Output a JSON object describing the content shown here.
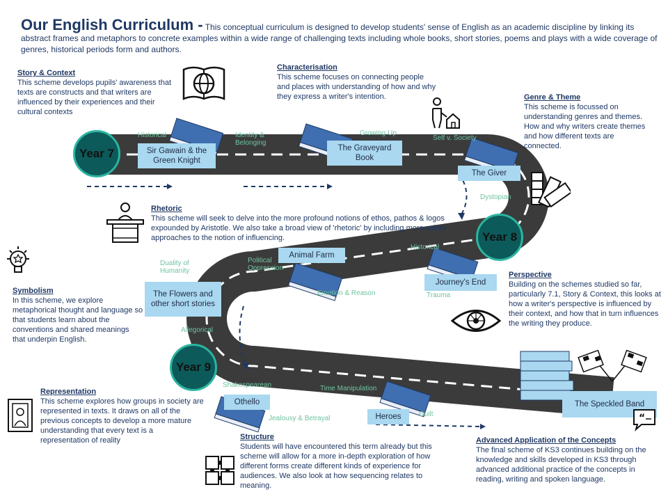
{
  "header": {
    "title": "Our English Curriculum -",
    "text": " This conceptual curriculum is designed to develop students' sense of English as an academic discipline by linking its abstract frames and metaphors to concrete examples within a wide range of challenging texts including whole books, short stories, poems and plays with a wide coverage of genres, historical periods form and authors."
  },
  "sections": {
    "story": {
      "heading": "Story & Context",
      "text": "This scheme develops pupils' awareness that texts are constructs and that writers are influenced by their experiences and their cultural contexts"
    },
    "char": {
      "heading": "Characterisation",
      "text": "This scheme focuses on connecting people and places with understanding of how and why they express a writer's intention."
    },
    "genre": {
      "heading": "Genre & Theme",
      "text": "This scheme is focussed on understanding genres and themes. How and why writers create themes and how different texts are connected."
    },
    "rhetoric": {
      "heading": "Rhetoric",
      "text": "This scheme will seek to delve into the more profound notions of ethos, pathos & logos expounded by Aristotle. We also take a broad view of 'rhetoric' by including more subtle approaches to the notion of influencing."
    },
    "symbolism": {
      "heading": "Symbolism",
      "text": "In this scheme, we explore metaphorical thought and language so that students learn about the conventions and shared meanings that underpin English."
    },
    "perspective": {
      "heading": "Perspective",
      "text": "Building on the schemes studied so far, particularly 7.1, Story & Context, this looks at how a writer's perspective is influenced by their context, and how that in turn influences the writing they produce."
    },
    "representation": {
      "heading": "Representation",
      "text": "This scheme explores how groups in society are represented in texts. It draws on all of the previous concepts to develop a more mature understanding that every text is a representation of reality"
    },
    "structure": {
      "heading": "Structure",
      "text": "Students will have encountered this term already but this scheme will allow for a more in-depth exploration of how different forms create different kinds of experience for audiences. We also look at how sequencing relates to meaning."
    },
    "advanced": {
      "heading": "Advanced Application of the Concepts",
      "text": "The final scheme of KS3 continues building on the knowledge and skills developed in KS3 through advanced additional practice of the concepts in reading, writing and spoken language."
    }
  },
  "years": {
    "y7": "Year 7",
    "y8": "Year 8",
    "y9": "Year 9"
  },
  "books": {
    "gawain": "Sir Gawain & the Green Knight",
    "graveyard": "The Graveyard Book",
    "giver": "The Giver",
    "animal": "Animal Farm",
    "journey": "Journey's End",
    "flowers": "The Flowers and other short stories",
    "othello": "Othello",
    "heroes": "Heroes",
    "speckled": "The  Speckled Band"
  },
  "tags": {
    "historical1": "Historical",
    "identity": "Identity & Belonging",
    "growing": "Growing Up",
    "selfsociety": "Self v. Society",
    "dystopian": "Dystopian",
    "historical2": "Historical",
    "political": "Political Oppression",
    "duality": "Duality of Humanity",
    "emotion": "Emotion & Reason",
    "trauma": "Trauma",
    "allegorical": "Allegorical",
    "shakespearean": "Shakespearean",
    "time": "Time Manipulation",
    "jealousy": "Jealousy & Betrayal",
    "guilt": "Guilt"
  },
  "colors": {
    "road": "#3b3b3b",
    "accent": "#1f3864",
    "tag": "#6fc3a0",
    "label": "#a9d8f0",
    "year": "#0c5a5a"
  }
}
